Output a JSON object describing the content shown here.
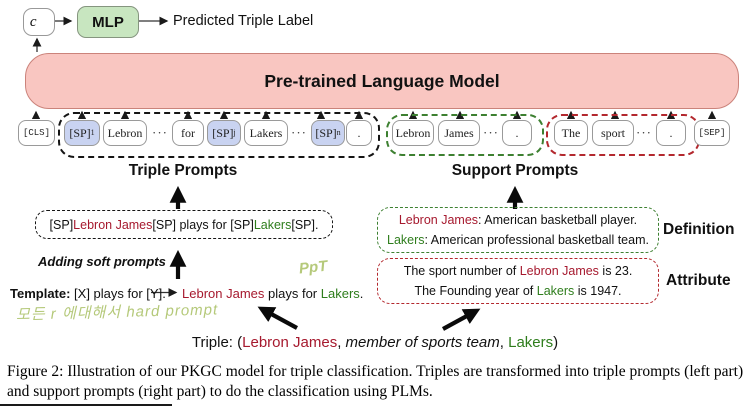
{
  "top": {
    "context_vector": "c⃗",
    "mlp_label": "MLP",
    "predicted_label": "Predicted Triple Label"
  },
  "plm": {
    "label": "Pre-trained Language Model"
  },
  "tokens": {
    "cls": "[CLS]",
    "sep": "[SEP]",
    "triple": [
      {
        "t": "[SP]",
        "sub": "1"
      },
      {
        "t": "Lebron"
      },
      {
        "t": "···"
      },
      {
        "t": "for"
      },
      {
        "t": "[SP]",
        "sub": "j"
      },
      {
        "t": "Lakers"
      },
      {
        "t": "···"
      },
      {
        "t": "[SP]",
        "sub": "n"
      },
      {
        "t": "."
      }
    ],
    "support_def": [
      {
        "t": "Lebron"
      },
      {
        "t": "James"
      },
      {
        "t": "···"
      },
      {
        "t": "."
      }
    ],
    "support_attr": [
      {
        "t": "The"
      },
      {
        "t": "sport"
      },
      {
        "t": "···"
      },
      {
        "t": "."
      }
    ]
  },
  "labels": {
    "triple_prompts": "Triple Prompts",
    "support_prompts": "Support Prompts",
    "definition": "Definition",
    "attribute": "Attribute",
    "adding_soft_prompts": "Adding soft prompts"
  },
  "triple_prompt_sentence": {
    "s0": "[SP] ",
    "s1": "Lebron James",
    "s2": " [SP] plays for [SP] ",
    "s3": "Lakers",
    "s4": " [SP]."
  },
  "template": {
    "label": "Template:",
    "pattern": " [X] plays for [Y].",
    "r0": "Lebron James",
    "r1": " plays for ",
    "r2": "Lakers",
    "r3": "."
  },
  "handwriting": {
    "ppt": "PpT",
    "note": "모든 r 에대해서 hard prompt"
  },
  "definition_box": {
    "l1a": "Lebron James",
    "l1b": ": American basketball player.",
    "l2a": "Lakers",
    "l2b": ": American professional basketball team."
  },
  "attribute_box": {
    "l1a": "The sport number of ",
    "l1b": "Lebron James",
    "l1c": " is 23.",
    "l2a": "The Founding year of ",
    "l2b": "Lakers",
    "l2c": " is 1947."
  },
  "triple_line": {
    "t0": "Triple: (",
    "t1": "Lebron James",
    "t2": ", ",
    "t3": "member of sports team",
    "t4": ", ",
    "t5": "Lakers",
    "t6": ")"
  },
  "caption": "Figure 2: Illustration of our PKGC model for triple classification. Triples are transformed into triple prompts (left part) and support prompts (right part) to do the classification using PLMs.",
  "colors": {
    "entity_head_red": "#a6192e",
    "entity_tail_green": "#2e7d1c",
    "plm_fill": "#f9c6c1",
    "mlp_fill": "#c8e6c0",
    "soft_prompt_fill": "#c9d3f1",
    "definition_dash_green": "#3d8031",
    "attribute_dash_red": "#b3282e",
    "handwriting_green": "#b5c97a"
  }
}
